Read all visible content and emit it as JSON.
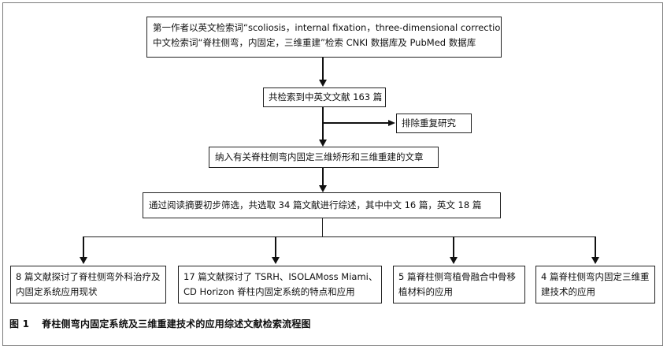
{
  "flowchart": {
    "box1": {
      "line1": "第一作者以英文检索词“scoliosis，internal fixation，three-dimensional correction”；",
      "line2": "中文检索词“脊柱侧弯，内固定，三维重建”检索 CNKI 数据库及 PubMed 数据库"
    },
    "box2": "共检索到中英文文献 163 篇",
    "box_exclude": "排除重复研究",
    "box3": "纳入有关脊柱侧弯内固定三维矫形和三维重建的文章",
    "box4": "通过阅读摘要初步筛选，共选取 34 篇文献进行综述，其中中文 16 篇，英文 18 篇",
    "bottom": [
      {
        "line1": "8 篇文献探讨了脊柱侧弯外科治疗及",
        "line2": "内固定系统应用现状"
      },
      {
        "line1": "17 篇文献探讨了 TSRH、ISOLAMoss Miami、",
        "line2": "CD Horizon 脊柱内固定系统的特点和应用"
      },
      {
        "line1": "5 篇脊柱侧弯植骨融合中骨移",
        "line2": "植材料的应用"
      },
      {
        "line1": "4 篇脊柱侧弯内固定三维重",
        "line2": "建技术的应用"
      }
    ]
  },
  "caption": {
    "figure_number": "图 1",
    "title": "脊柱侧弯内固定系统及三维重建技术的应用综述文献检索流程图"
  }
}
